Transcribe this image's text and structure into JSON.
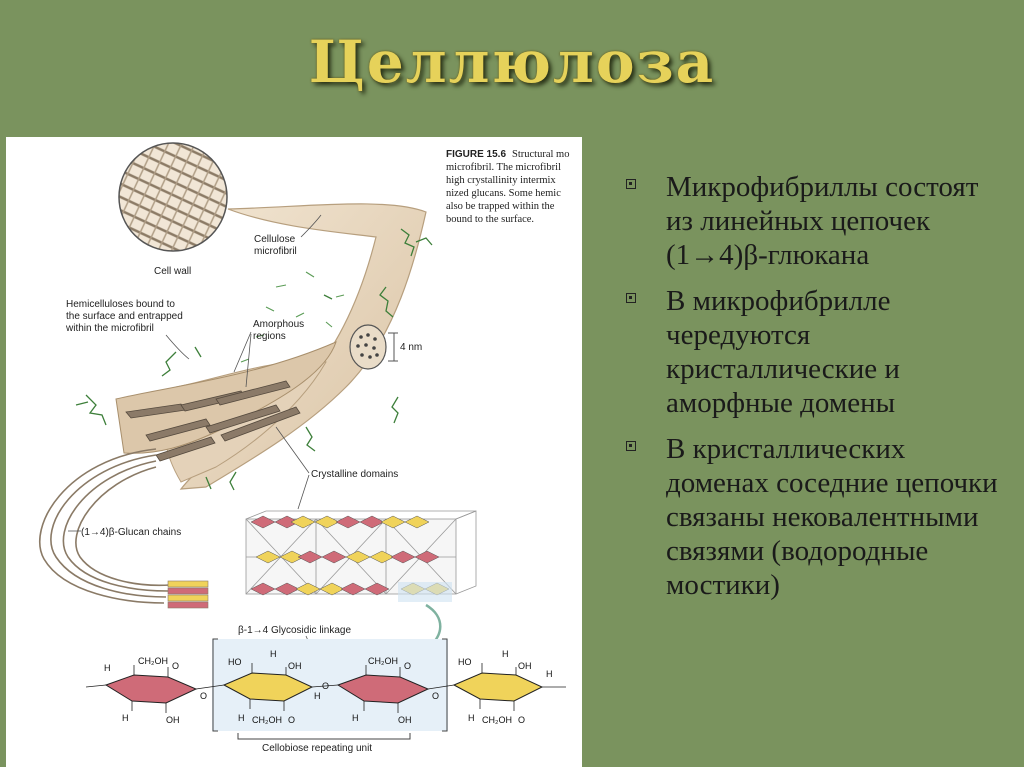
{
  "slide": {
    "title": "Целлюлоза",
    "bullets": [
      "Микрофибриллы состоят из линейных цепочек (1→4)β-глюкана",
      "В микрофибрилле чередуются кристаллические и аморфные домены",
      "В кристаллических доменах соседние цепочки связаны нековалентными связями (водородные мостики)"
    ]
  },
  "figure": {
    "caption": {
      "label": "FIGURE 15.6",
      "lines": [
        "Structural mo",
        "microfibril. The microfibril",
        "high crystallinity intermix",
        "nized glucans. Some hemic",
        "also be trapped within the",
        "bound to the surface."
      ]
    },
    "labels": {
      "cell_wall": "Cell wall",
      "cellulose_microfibril_1": "Cellulose",
      "cellulose_microfibril_2": "microfibril",
      "hemi_1": "Hemicelluloses bound to",
      "hemi_2": "the surface and entrapped",
      "hemi_3": "within the microfibril",
      "amorphous_1": "Amorphous",
      "amorphous_2": "regions",
      "diameter": "4 nm",
      "crystalline": "Crystalline domains",
      "glucan_chains": "(1→4)β-Glucan chains",
      "glycosidic": "β-1→4 Glycosidic linkage",
      "cellobiose": "Cellobiose repeating unit"
    },
    "chem": {
      "h": "H",
      "oh": "OH",
      "ho": "HO",
      "ch2oh": "CH₂OH",
      "o": "O"
    },
    "colors": {
      "fibril": "#e6d2b6",
      "fibril_edge": "#b79f7e",
      "hemicellulose": "#3d7f3a",
      "ring_red": "#cf6b78",
      "ring_yellow": "#f0d35a",
      "glucan_line": "#8a7a66"
    }
  }
}
